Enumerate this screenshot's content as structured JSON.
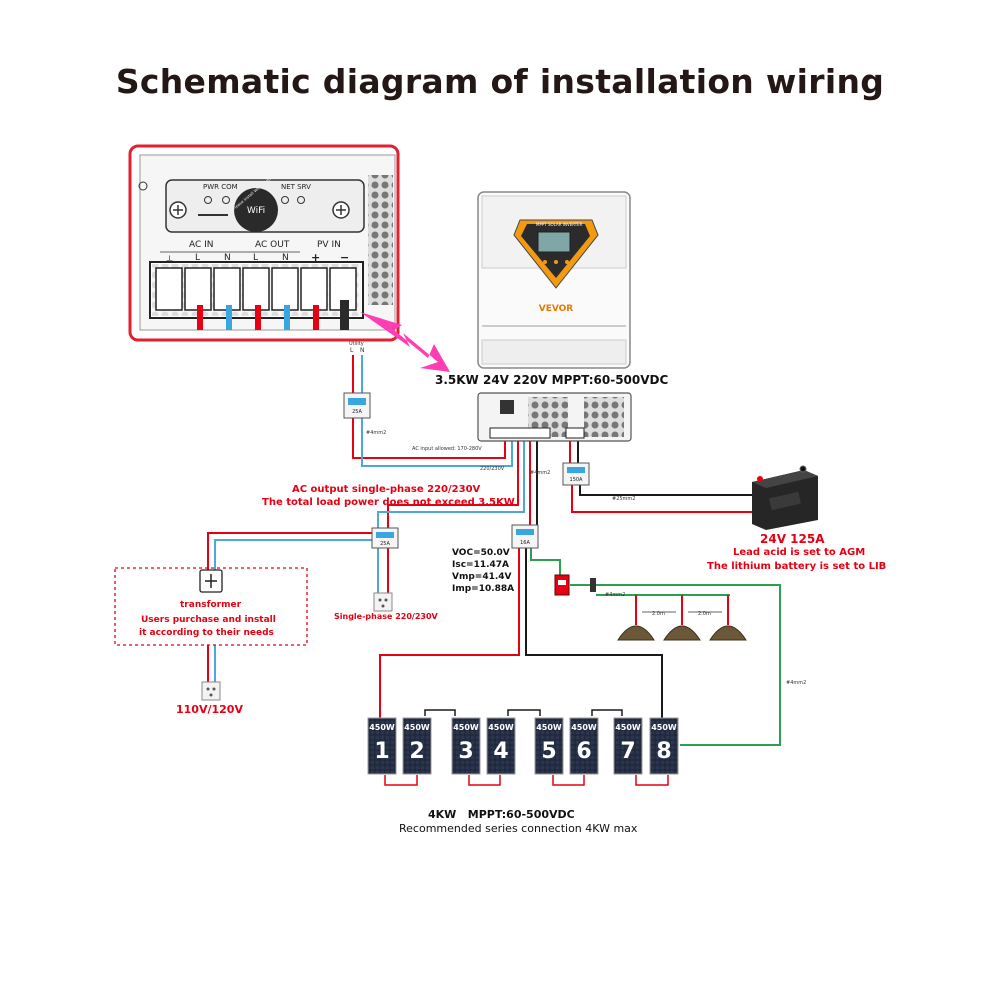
{
  "title": "Schematic diagram of installation wiring",
  "terminal_panel": {
    "indicators": [
      "PWR",
      "COM",
      "NET",
      "SRV"
    ],
    "wifi_label": "WiFi",
    "wifi_ring_text": "Please install WiFi module",
    "groups": [
      {
        "name": "AC IN",
        "terminals": [
          "⏚",
          "L",
          "N"
        ]
      },
      {
        "name": "AC OUT",
        "terminals": [
          "L",
          "N"
        ]
      },
      {
        "name": "PV IN",
        "terminals": [
          "+",
          "−"
        ]
      }
    ]
  },
  "inverter": {
    "brand": "VEVOR",
    "caption": "3.5KW 24V 220V MPPT:60-500VDC",
    "screen_header": "MPPT SOLAR INVERTER"
  },
  "utility": {
    "label": "Utility",
    "l": "L",
    "n": "N"
  },
  "breakers": {
    "ac_in": "25A",
    "ac_out": "25A",
    "pv": "16A",
    "battery": "150A"
  },
  "cables": {
    "ac_in": "#4mm2",
    "ac_allowed": "AC input allowed: 170-280V",
    "ac_out_v": "220/230V",
    "pv": "#4mm2",
    "battery": "#25mm2",
    "ground": "#4mm2",
    "ground_long": "#4mm2",
    "spacing_1": "2.0m",
    "spacing_2": "2.0m"
  },
  "ac_output": {
    "line1": "AC output single-phase 220/230V",
    "line2": "The total load power does not exceed 3.5KW",
    "socket_label": "Single-phase 220/230V"
  },
  "transformer": {
    "title": "transformer",
    "line1": "Users purchase and install",
    "line2": "it according to their needs",
    "output": "110V/120V"
  },
  "battery": {
    "spec": "24V 125A",
    "line1": "Lead acid is set to AGM",
    "line2": "The lithium battery is set to LIB"
  },
  "pv_spec": [
    "VOC=50.0V",
    "Isc=11.47A",
    "Vmp=41.4V",
    "Imp=10.88A"
  ],
  "panels": [
    {
      "num": "1",
      "watt": "450W"
    },
    {
      "num": "2",
      "watt": "450W"
    },
    {
      "num": "3",
      "watt": "450W"
    },
    {
      "num": "4",
      "watt": "450W"
    },
    {
      "num": "5",
      "watt": "450W"
    },
    {
      "num": "6",
      "watt": "450W"
    },
    {
      "num": "7",
      "watt": "450W"
    },
    {
      "num": "8",
      "watt": "450W"
    }
  ],
  "array": {
    "line1": "4KW   MPPT:60-500VDC",
    "line2": "Recommended series connection 4KW max"
  },
  "colors": {
    "red_wire": "#e60012",
    "blue_wire": "#4fa8dc",
    "green_wire": "#2e9e4f",
    "black_wire": "#1a1a1a",
    "highlight_border": "#e4202f",
    "arrow": "#ff3db4",
    "label_red": "#e60012"
  }
}
